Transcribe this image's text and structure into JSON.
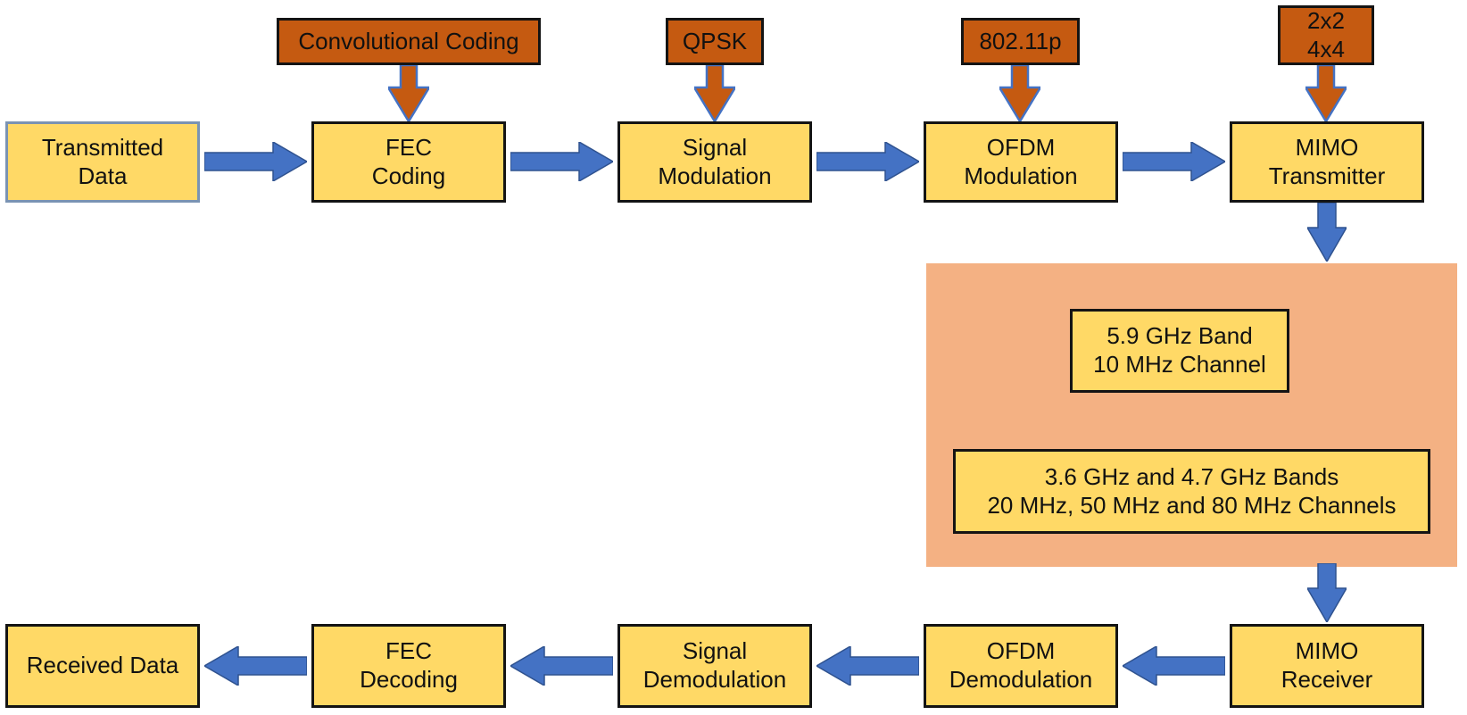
{
  "colors": {
    "process_fill": "#FFD966",
    "process_border": "#141414",
    "transmitted_data_border": "#7A93B3",
    "tag_fill": "#C55A11",
    "channel_fill": "#F4B183",
    "arrow_blue": "#4472C4",
    "arrow_blue_edge": "#2F528F",
    "text": "#111111"
  },
  "top_labels": {
    "convolutional": {
      "line1": "Convolutional Coding"
    },
    "qpsk": {
      "line1": "QPSK"
    },
    "dot11p": {
      "line1": "802.11p"
    },
    "mimo_config": {
      "line1": "2x2",
      "line2": "4x4"
    }
  },
  "tx_chain": {
    "transmitted_data": {
      "line1": "Transmitted",
      "line2": "Data"
    },
    "fec_coding": {
      "line1": "FEC",
      "line2": "Coding"
    },
    "signal_modulation": {
      "line1": "Signal",
      "line2": "Modulation"
    },
    "ofdm_modulation": {
      "line1": "OFDM",
      "line2": "Modulation"
    },
    "mimo_transmitter": {
      "line1": "MIMO",
      "line2": "Transmitter"
    }
  },
  "channel": {
    "band1": {
      "line1": "5.9 GHz Band",
      "line2": "10 MHz Channel"
    },
    "band2": {
      "line1": "3.6 GHz and 4.7 GHz Bands",
      "line2": "20 MHz, 50 MHz and 80 MHz Channels"
    }
  },
  "rx_chain": {
    "mimo_receiver": {
      "line1": "MIMO",
      "line2": "Receiver"
    },
    "ofdm_demodulation": {
      "line1": "OFDM",
      "line2": "Demodulation"
    },
    "signal_demodulation": {
      "line1": "Signal",
      "line2": "Demodulation"
    },
    "fec_decoding": {
      "line1": "FEC",
      "line2": "Decoding"
    },
    "received_data": {
      "line1": "Received Data"
    }
  }
}
